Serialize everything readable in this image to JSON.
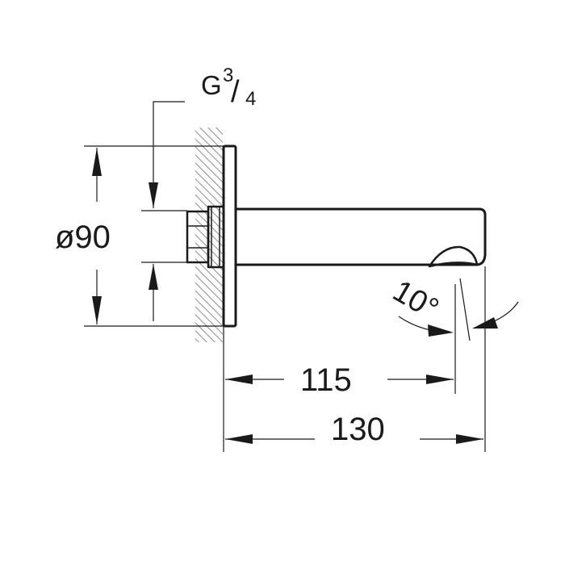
{
  "drawing": {
    "thread_label": {
      "prefix": "G",
      "numerator": "3",
      "slash": "/",
      "denominator": "4"
    },
    "diameter_label": "ø90",
    "spout_length_label": "115",
    "overall_length_label": "130",
    "angle_label": "10°",
    "colors": {
      "line": "#1a1a1a",
      "hatch": "#6e6e6e"
    }
  }
}
